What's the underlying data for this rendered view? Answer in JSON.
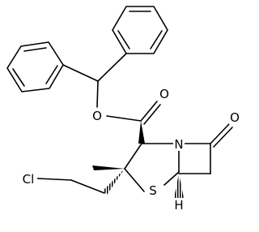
{
  "structure": {
    "atoms": {
      "carbonyl_oxygen": "O",
      "ester_oxygen": "O",
      "lactam_oxygen": "O",
      "nitrogen": "N",
      "sulfur": "S",
      "chlorine": "Cl",
      "stereo_hydrogen": "H"
    }
  }
}
